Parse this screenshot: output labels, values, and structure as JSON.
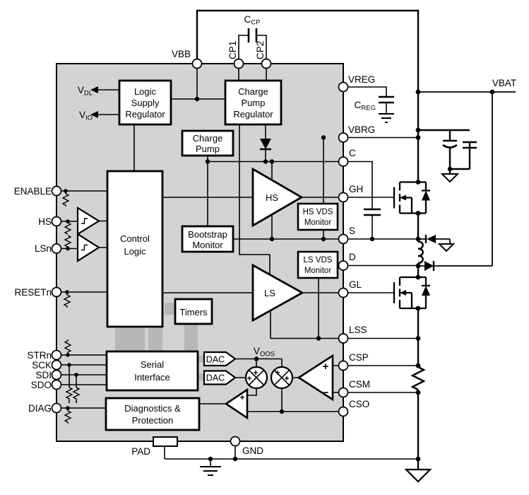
{
  "colors": {
    "ic_fill": "#d3d3d3",
    "bus_fill": "#b7b7b7",
    "block_fill": "#ffffff",
    "line": "#000000"
  },
  "pins": {
    "top": [
      {
        "label": "VBB"
      },
      {
        "label": "CP1"
      },
      {
        "label": "CP2"
      }
    ],
    "left": [
      {
        "label": "ENABLE"
      },
      {
        "label": "HS"
      },
      {
        "label": "LSn"
      },
      {
        "label": "RESETn"
      },
      {
        "label": "STRn"
      },
      {
        "label": "SCK"
      },
      {
        "label": "SDI"
      },
      {
        "label": "SDO"
      },
      {
        "label": "DIAG"
      }
    ],
    "right": [
      {
        "label": "VREG"
      },
      {
        "label": "VBRG"
      },
      {
        "label": "C"
      },
      {
        "label": "GH"
      },
      {
        "label": "S"
      },
      {
        "label": "D"
      },
      {
        "label": "GL"
      },
      {
        "label": "LSS"
      },
      {
        "label": "CSP"
      },
      {
        "label": "CSM"
      },
      {
        "label": "CSO"
      }
    ],
    "bottom": [
      {
        "label": "PAD"
      },
      {
        "label": "GND"
      }
    ]
  },
  "external": {
    "vbat_label": "VBAT",
    "ccp": {
      "base": "C",
      "sub": "CP"
    },
    "creg": {
      "base": "C",
      "sub": "REG"
    }
  },
  "outputs": {
    "vdl": {
      "base": "V",
      "sub": "DL"
    },
    "vio": {
      "base": "V",
      "sub": "IO"
    },
    "voos": {
      "base": "V",
      "sub": "OOS"
    }
  },
  "blocks": {
    "logic_supply_regulator": {
      "line1": "Logic",
      "line2": "Supply",
      "line3": "Regulator"
    },
    "charge_pump_regulator": {
      "line1": "Charge",
      "line2": "Pump",
      "line3": "Regulator"
    },
    "charge_pump": {
      "line1": "Charge",
      "line2": "Pump"
    },
    "control_logic": {
      "line1": "Control",
      "line2": "Logic"
    },
    "bootstrap_monitor": {
      "line1": "Bootstrap",
      "line2": "Monitor"
    },
    "hs_vds_monitor": {
      "line1": "HS VDS",
      "line2": "Monitor"
    },
    "ls_vds_monitor": {
      "line1": "LS VDS",
      "line2": "Monitor"
    },
    "timers": {
      "line1": "Timers"
    },
    "serial_interface": {
      "line1": "Serial",
      "line2": "Interface"
    },
    "diagnostics_protection": {
      "line1": "Diagnostics &",
      "line2": "Protection"
    },
    "dac1": {
      "label": "DAC"
    },
    "dac2": {
      "label": "DAC"
    },
    "hs_driver": {
      "label": "HS"
    },
    "ls_driver": {
      "label": "LS"
    }
  },
  "symbols": {
    "plus": "+",
    "minus": "−"
  }
}
